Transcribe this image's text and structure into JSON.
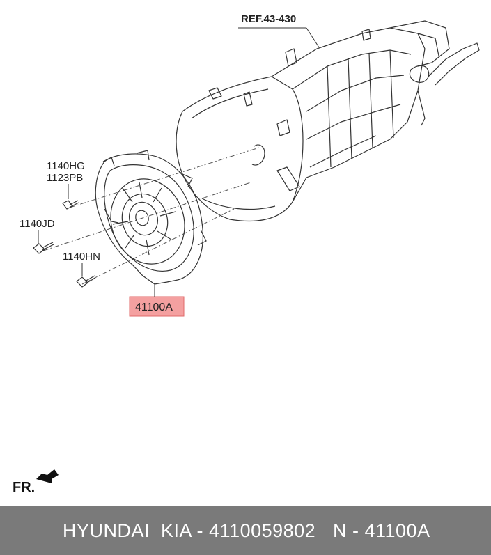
{
  "diagram": {
    "ref_label": "REF.43-430",
    "part_labels": {
      "bolt_top_a": "1140HG",
      "bolt_top_b": "1123PB",
      "bolt_mid": "1140JD",
      "bolt_low": "1140HN",
      "clutch_cover": "41100A"
    },
    "orientation_label": "FR.",
    "highlight_color": "#f4a0a0"
  },
  "footer": {
    "part_number_text": "HYUNDAI  KIA - 4110059802",
    "position_text": "N - 41100A"
  }
}
